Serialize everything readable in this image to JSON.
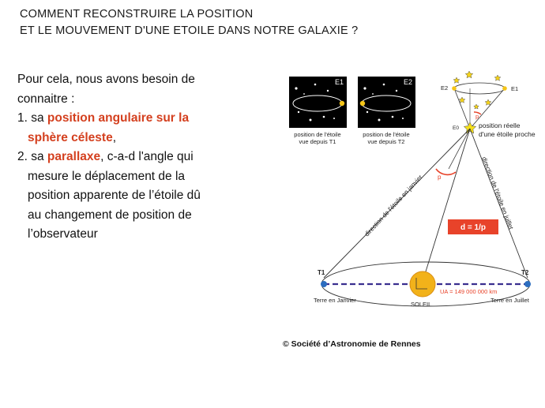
{
  "title": {
    "line1": "COMMENT RECONSTRUIRE LA POSITION",
    "line2": "ET LE MOUVEMENT D'UNE ETOILE DANS NOTRE GALAXIE ?"
  },
  "body": {
    "intro_1": "Pour cela, nous avons besoin de",
    "intro_2": "connaitre :",
    "item1_prefix": "1. sa ",
    "item1_highlight_1": "position angulaire sur la",
    "item1_highlight_2": "sphère céleste",
    "item1_suffix": ",",
    "item2_prefix": "2. sa ",
    "item2_highlight": "parallaxe",
    "item2_suffix": ", c-a-d l'angle qui",
    "item2_line2": "mesure le déplacement de la",
    "item2_line3": "position apparente de l’étoile dû",
    "item2_line4": "au changement de position de",
    "item2_line5": "l’observateur"
  },
  "figure": {
    "inset1_label": "E1",
    "inset1_caption_1": "position de l'étoile",
    "inset1_caption_2": "vue depuis T1",
    "inset2_label": "E2",
    "inset2_caption_1": "position de l'étoile",
    "inset2_caption_2": "vue depuis T2",
    "e1": "E1",
    "e2": "E2",
    "e0": "E0",
    "p_top": "p",
    "p_left": "p",
    "real_position_1": "position réelle",
    "real_position_2": "d'une étoile proche",
    "dir_january": "direction de l'étoile en janvier",
    "dir_july": "direction de l'étoile en juillet",
    "distance_formula": "d = 1/p",
    "t1": "T1",
    "t2": "T2",
    "ua": "UA = 149 000 000 km",
    "earth_january": "Terre en Janvier",
    "earth_july": "Terre en Juillet",
    "sun": "SOLEIL",
    "colors": {
      "accent": "#e8432a",
      "orbit_dash": "#3a2f8f",
      "sun": "#f2b21a",
      "star": "#f5d31a"
    }
  },
  "credit": "© Société d’Astronomie de Rennes"
}
